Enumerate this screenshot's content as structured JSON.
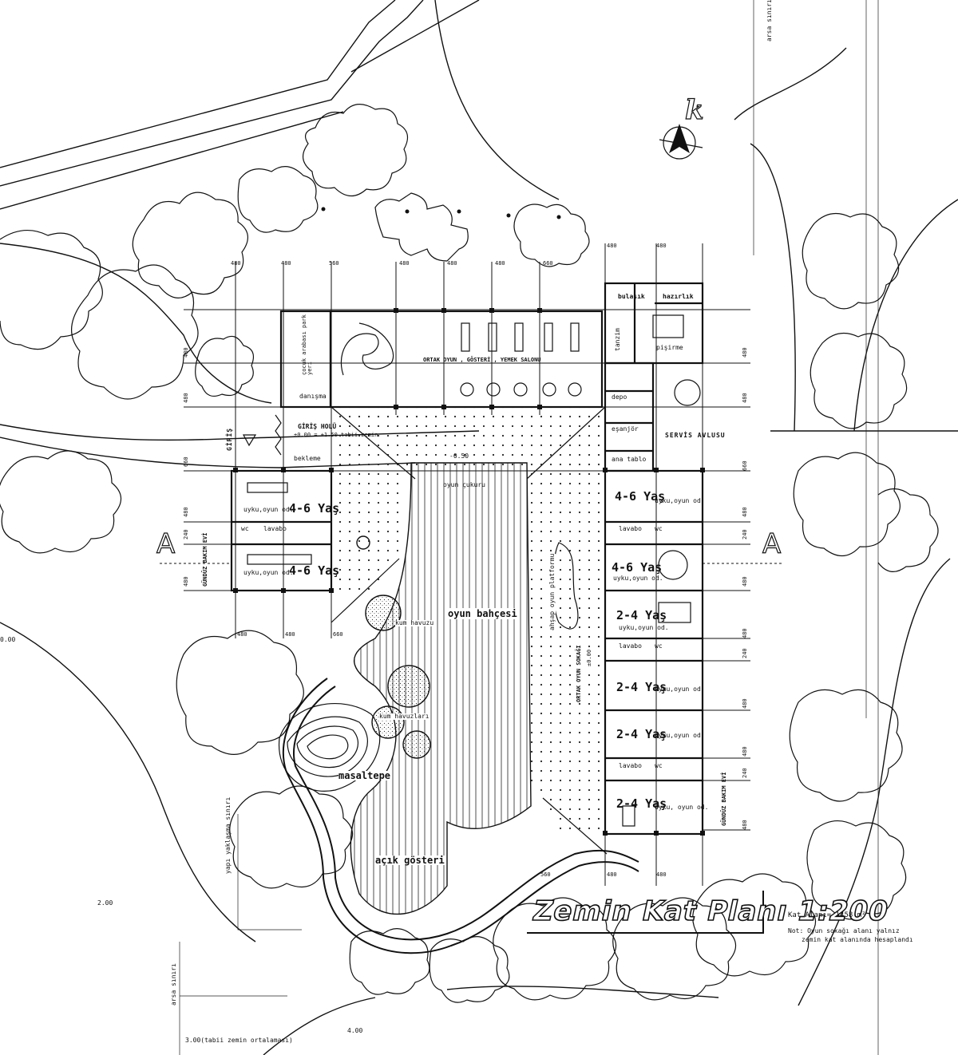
{
  "title": "Zemin Kat Planı 1:200",
  "north_label": "k",
  "section_marks": [
    "A",
    "A"
  ],
  "floor_area": "Kat Alanı= 1458 m²",
  "note_line1": "Not: Oyun sokağı alanı yalnız",
  "note_line2": "zemin kat alanında hesaplandı",
  "rooms": {
    "bulasik": "bulaşık",
    "hazirlik": "hazırlık",
    "tanzim": "tanzim",
    "pisirme": "pişirme",
    "depo": "depo",
    "esanjor": "eşanjör",
    "ana_tablo": "ana tablo",
    "servis_avlusu": "SERVİS AVLUSU",
    "ortak_salon": "ORTAK OYUN , GÖSTERİ , YEMEK SALONU",
    "cocuk_arabasi": "çocuk arabası park yeri",
    "danisma": "danışma",
    "giris": "GİRİŞ",
    "giris_holu": "GİRİŞ HOLÜ",
    "giris_kot": "±0.00 = +1.50 tabii zemin",
    "bekleme": "bekleme",
    "oyun_cukuru": "oyun çukuru",
    "oyun_cukuru_kot": "-0.50",
    "uyku_oyun_od": "uyku,oyun od.",
    "uyku_oyun_od_2": "uyku,oyun od.",
    "uyku_oyun_od_3": "uyku,oyun od.",
    "uyku_oyun_od_4": "uyku,oyun od.",
    "uyku_oyun_od_5": "uyku,oyun od.",
    "uyku_oyun_od_6": "uyku,oyun od.",
    "uyku_oyun_od_7": "uyku,oyun od.",
    "uyku_oyun_od_8": "uyku, oyun od.",
    "yas_46": "4-6 Yaş",
    "yas_46_2": "4-6 Yaş",
    "yas_46_3": "4-6 Yaş",
    "yas_46_4": "4-6 Yaş",
    "yas_24": "2-4 Yaş",
    "yas_24_2": "2-4 Yaş",
    "yas_24_3": "2-4 Yaş",
    "yas_24_4": "2-4 Yaş",
    "lavabo": "lavabo",
    "lavabo_2": "lavabo",
    "lavabo_3": "lavabo",
    "lavabo_4": "lavabo",
    "wc": "wc",
    "wc_2": "wc",
    "wc_3": "wc",
    "wc_4": "wc",
    "gunduz_bakim_left": "GÜNDÜZ BAKIM EVİ",
    "gunduz_bakim_right": "GÜNDÜZ BAKIM EVİ",
    "oyun_bahcesi": "oyun bahçesi",
    "kum_havuzu": "kum havuzu",
    "kum_havuzlari": "kum havuzları",
    "masaltepe": "masaltepe",
    "acik_gosteri": "açık gösteri",
    "ahsap_oyun_platformu": "ahşap oyun platformu",
    "ortak_oyun_sokagi": "ORTAK OYUN SOKAĞI",
    "oyun_sokagi_kot": "±0.00",
    "yapi_yaklasma_siniri": "yapı yaklaşma sınırı",
    "arsa_siniri_top": "arsa sınırı",
    "arsa_siniri_bottom": "arsa sınırı"
  },
  "spot_levels": {
    "left": "0.00",
    "lower_left": "2.00",
    "bottom": "4.00",
    "tabii_zemin": "3.00(tabii zemin ortalaması)"
  },
  "dimensions": {
    "top": [
      "480",
      "480",
      "560",
      "480",
      "480",
      "480",
      "660",
      "480",
      "480"
    ],
    "bottom": [
      "480",
      "480",
      "660",
      "560",
      "480",
      "480"
    ],
    "left": [
      "480",
      "480",
      "660",
      "480",
      "240",
      "480"
    ],
    "right": [
      "480",
      "480",
      "660",
      "480",
      "240",
      "480",
      "480",
      "240",
      "480",
      "480",
      "240",
      "480"
    ]
  }
}
